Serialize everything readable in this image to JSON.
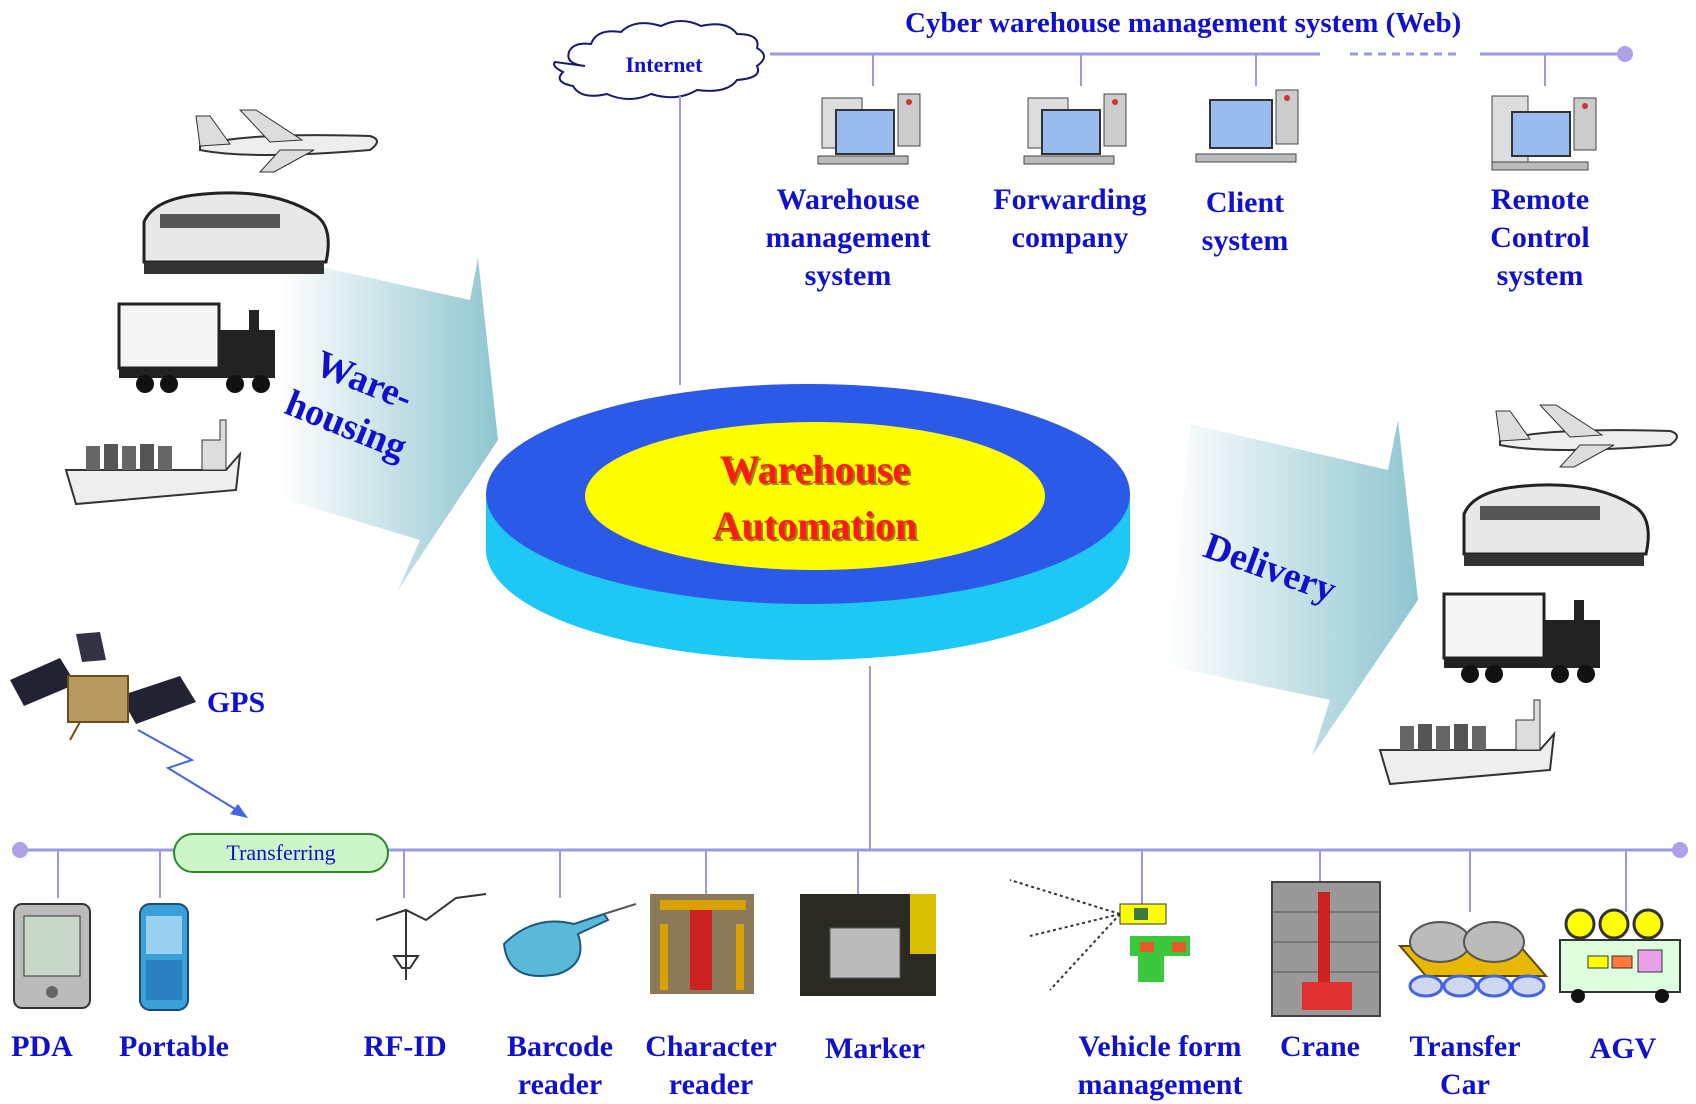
{
  "top_bus": {
    "title": "Cyber warehouse management system (Web)"
  },
  "internet": {
    "label": "Internet"
  },
  "web_systems": [
    {
      "lines": [
        "Warehouse",
        "management",
        "system"
      ]
    },
    {
      "lines": [
        "Forwarding",
        "company"
      ]
    },
    {
      "lines": [
        "Client",
        "system"
      ]
    },
    {
      "lines": [
        "Remote",
        "Control",
        "system"
      ]
    }
  ],
  "center": {
    "line1": "Warehouse",
    "line2": "Automation"
  },
  "warehousing": {
    "line1": "Ware-",
    "line2": "housing"
  },
  "delivery": {
    "label": "Delivery"
  },
  "gps": {
    "label": "GPS"
  },
  "transferring": {
    "label": "Transferring"
  },
  "devices": [
    {
      "lines": [
        "PDA"
      ]
    },
    {
      "lines": [
        "Portable"
      ]
    },
    {
      "lines": [
        "RF-ID"
      ]
    },
    {
      "lines": [
        "Barcode",
        "reader"
      ]
    },
    {
      "lines": [
        "Character",
        "reader"
      ]
    },
    {
      "lines": [
        "Marker"
      ]
    },
    {
      "lines": [
        "Vehicle form",
        "management"
      ]
    },
    {
      "lines": [
        "Crane"
      ]
    },
    {
      "lines": [
        "Transfer",
        "Car"
      ]
    },
    {
      "lines": [
        "AGV"
      ]
    }
  ],
  "colors": {
    "text_blue": "#1111cc",
    "line": "#9a9ae0",
    "ring_blue": "#2b59e8",
    "ring_cyan": "#1ec8f5",
    "center_yellow": "#ffff00",
    "center_text": "#ff1a1a"
  }
}
